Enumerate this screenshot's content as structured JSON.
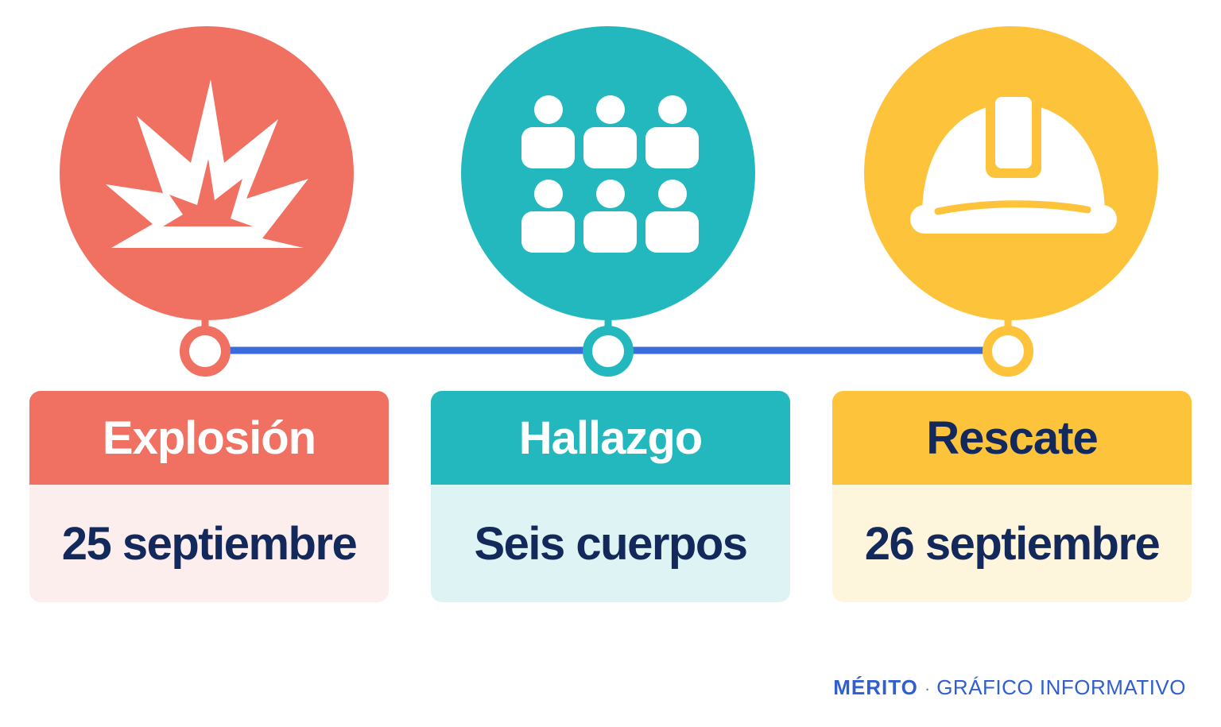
{
  "colors": {
    "red": "#f07062",
    "red_light": "#fdeeee",
    "teal": "#23b8bd",
    "teal_light": "#ddf3f4",
    "yellow": "#fdc33b",
    "yellow_light": "#fef6dc",
    "line": "#3a6ddb",
    "text_dark": "#13295c",
    "white": "#ffffff"
  },
  "events": [
    {
      "icon": "explosion-icon",
      "title": "Explosión",
      "detail": "25 septiembre",
      "color": "#f07062",
      "light": "#fdeeee",
      "title_color": "#ffffff"
    },
    {
      "icon": "people-group-icon",
      "title": "Hallazgo",
      "detail": "Seis cuerpos",
      "color": "#23b8bd",
      "light": "#ddf3f4",
      "title_color": "#ffffff"
    },
    {
      "icon": "hard-hat-icon",
      "title": "Rescate",
      "detail": "26 septiembre",
      "color": "#fdc33b",
      "light": "#fef6dc",
      "title_color": "#13295c"
    }
  ],
  "footer": {
    "brand": "MÉRITO",
    "separator": "·",
    "tagline": "GRÁFICO INFORMATIVO"
  }
}
